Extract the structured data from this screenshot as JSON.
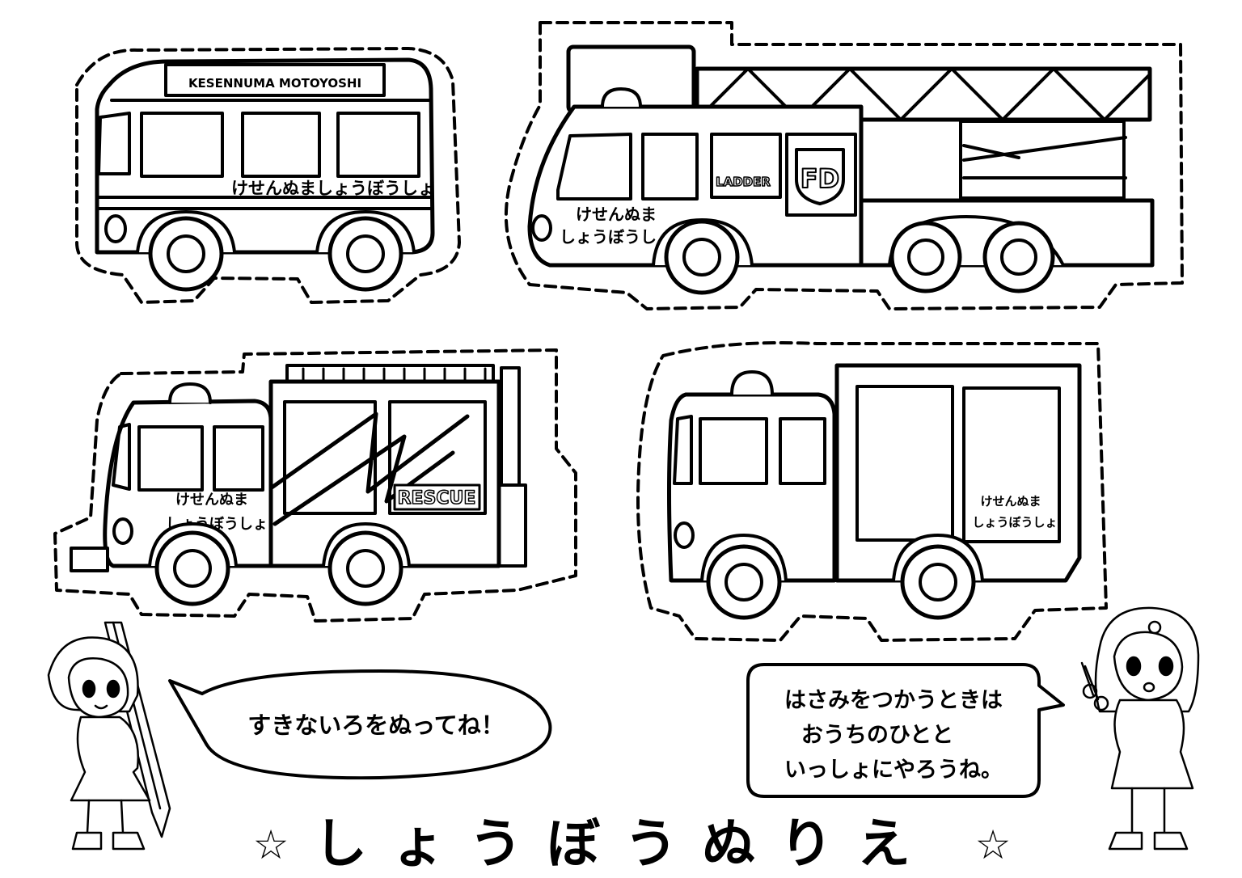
{
  "bus": {
    "sign": "KESENNUMA MOTOYOSHI",
    "side_label": "けせんぬましょうぼうしょ"
  },
  "ladder_truck": {
    "station_line1": "けせんぬま",
    "station_line2": "しょうぼうしょ",
    "door_label": "LADDER",
    "badge": "FD"
  },
  "rescue_truck": {
    "station_line1": "けせんぬま",
    "station_line2": "しょうぼうしょ",
    "panel_label": "RESCUE"
  },
  "pumper_truck": {
    "station_line1": "けせんぬま",
    "station_line2": "しょうぼうしょ"
  },
  "bubbles": {
    "left": "すきないろをぬってね！",
    "right_line1": "はさみをつかうときは",
    "right_line2": "おうちのひとと",
    "right_line3": "いっしょにやろうね。"
  },
  "title": {
    "star_left": "☆",
    "text": "しょうぼうぬりえ",
    "star_right": "☆"
  }
}
